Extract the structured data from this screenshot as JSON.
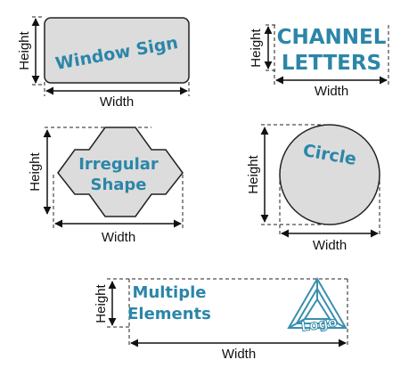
{
  "colors": {
    "shape_fill": "#dcdcdc",
    "outline": "#222222",
    "text_teal": "#2b86a8",
    "logo_teal": "#3a8fae",
    "dimension_line": "#111111"
  },
  "panels": {
    "window_sign": {
      "label": "Window Sign",
      "height_label": "Height",
      "width_label": "Width"
    },
    "channel_letters": {
      "line1": "CHANNEL",
      "line2": "LETTERS",
      "height_label": "Height",
      "width_label": "Width"
    },
    "irregular_shape": {
      "line1": "Irregular",
      "line2": "Shape",
      "height_label": "Height",
      "width_label": "Width"
    },
    "circle": {
      "label": "Circle",
      "height_label": "Height",
      "width_label": "Width"
    },
    "multiple_elements": {
      "line1": "Multiple",
      "line2": "Elements",
      "logo_text": "Logo",
      "height_label": "Height",
      "width_label": "Width"
    }
  },
  "icons": {
    "logo": "penrose-triangle-icon"
  }
}
